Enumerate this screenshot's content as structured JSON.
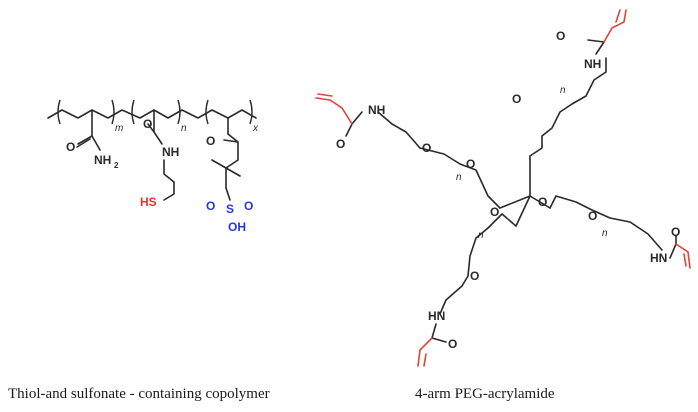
{
  "copolymer": {
    "caption": "Thiol-and sulfonate - containing copolymer",
    "labels": {
      "repeat_m": "m",
      "repeat_n": "n",
      "repeat_x": "x",
      "o_amide1": "O",
      "nh2": "NH",
      "nh2_sub": "2",
      "o_amide2": "O",
      "nh_amide2": "NH",
      "thiol": "HS",
      "o_ketone": "O",
      "sulfonate_o1": "O",
      "sulfonate_s": "S",
      "sulfonate_o2": "O",
      "sulfonate_oh": "OH"
    },
    "colors": {
      "thiol": "#e8322c",
      "sulfonate": "#2a36d8",
      "bonds": "#2a2a2a"
    }
  },
  "peg": {
    "caption": "4-arm PEG-acrylamide",
    "labels": {
      "top_o_carbonyl": "O",
      "top_nh": "NH",
      "top_o_ether": "O",
      "top_n": "n",
      "left_o_carbonyl": "O",
      "left_nh": "NH",
      "left_o1": "O",
      "left_n": "n",
      "left_o2": "O",
      "right_o1": "O",
      "right_o2": "O",
      "right_n": "n",
      "right_hn": "HN",
      "right_o_carbonyl": "O",
      "bottom_o1": "O",
      "bottom_n": "n",
      "bottom_o2": "O",
      "bottom_hn": "HN",
      "bottom_o_carbonyl": "O"
    },
    "colors": {
      "acryl_vinyl": "#e0443a",
      "bonds": "#2a2a2a"
    }
  }
}
